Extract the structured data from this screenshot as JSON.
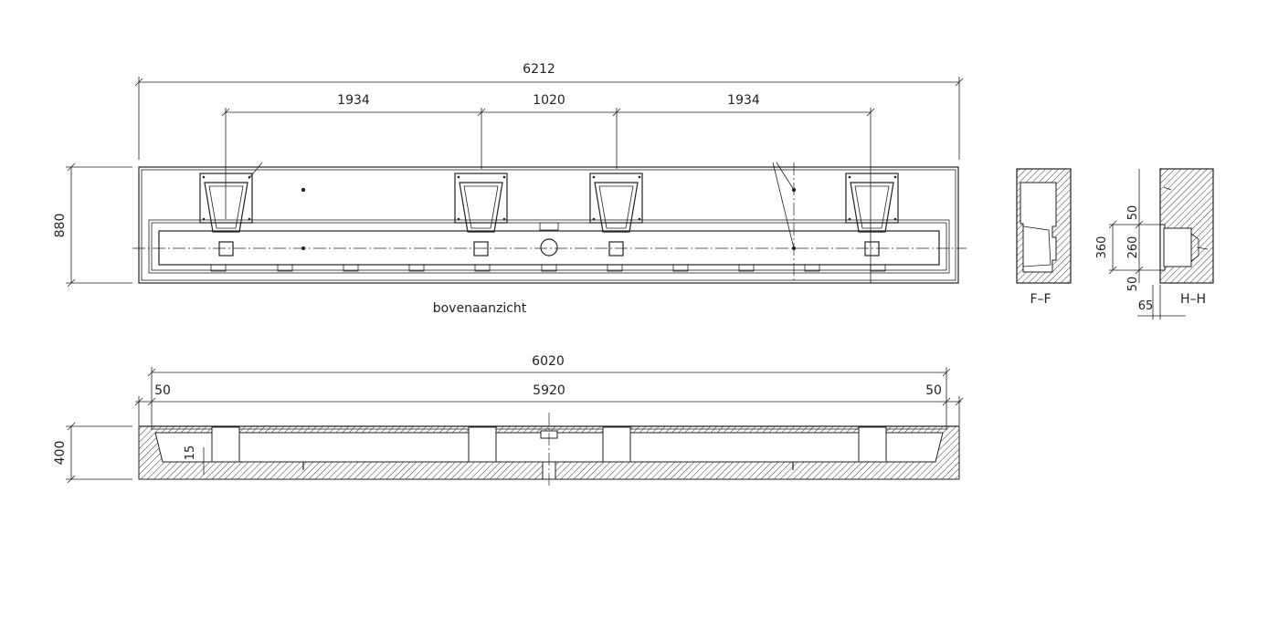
{
  "views": {
    "top_view_label": "bovenaanzicht",
    "section_f_label": "F–F",
    "section_h_label": "H–H"
  },
  "dimensions": {
    "top_overall_length": "6212",
    "top_spacing_left": "1934",
    "top_spacing_middle": "1020",
    "top_spacing_right": "1934",
    "top_depth": "880",
    "front_overall_length": "6020",
    "front_inner_length": "5920",
    "front_end_left": "50",
    "front_end_right": "50",
    "front_height": "400",
    "front_slope": "15",
    "section_total_height": "360",
    "section_upper": "50",
    "section_middle": "260",
    "section_lower": "50",
    "section_offset": "65"
  }
}
